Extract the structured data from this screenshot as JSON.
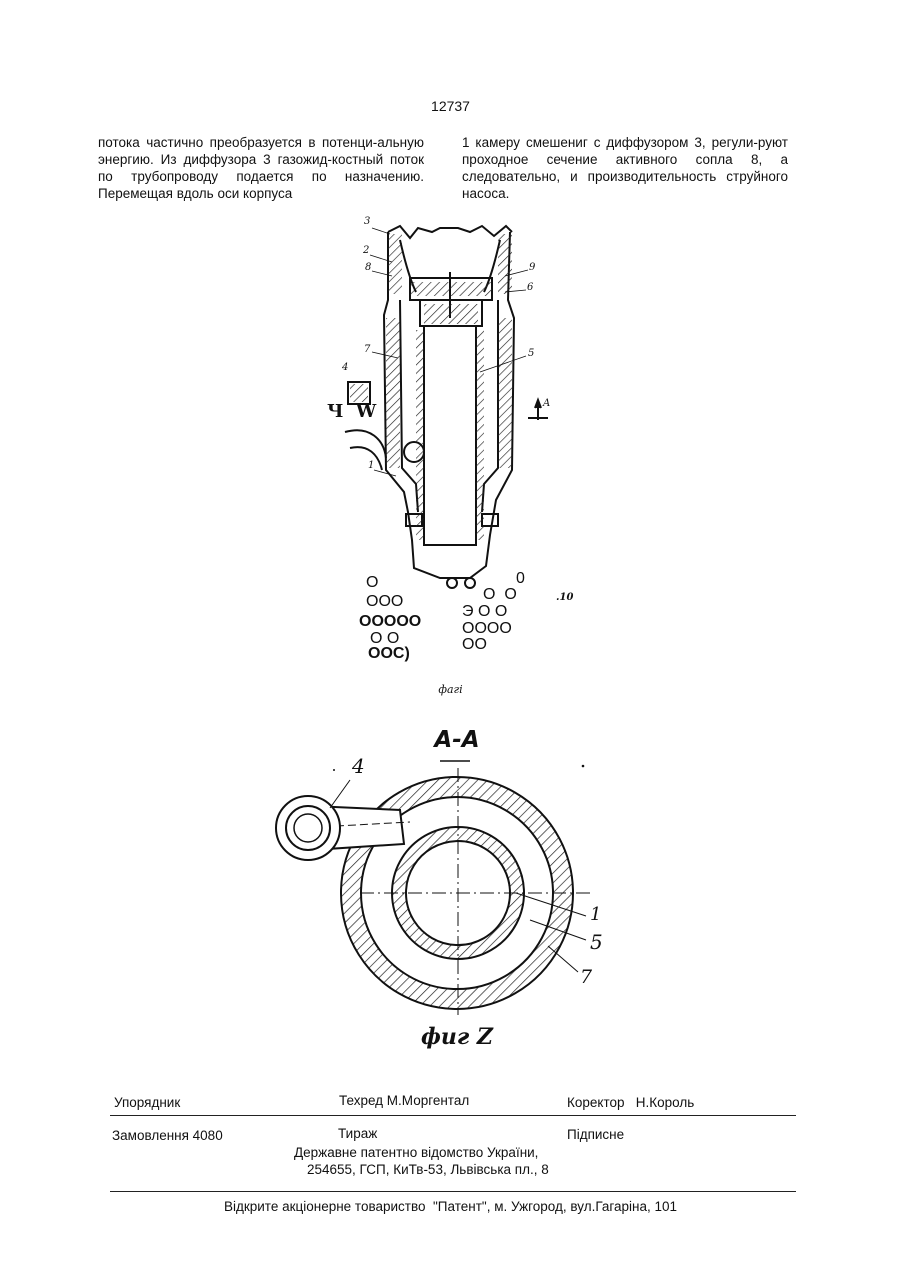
{
  "page_number": "12737",
  "text": {
    "left": "потока частично преобразуется в потенци-альную энергию. Из диффузора 3 газожид-костный поток по трубопроводу подается по назначению. Перемещая вдоль оси корпуса",
    "right": "1 камеру смешениг с диффузором 3, регули-руют проходное сечение активного сопла 8, а следовательно, и производительность струйного насоса."
  },
  "figure1": {
    "labels": {
      "l3": "3",
      "l2": "2",
      "l8": "8",
      "l9": "9",
      "l6": "6",
      "l7": "7",
      "l5": "5",
      "l4": "4",
      "l1": "1",
      "lA": "A",
      "cw": "Ч  W",
      "l10": ".10"
    },
    "dots": {
      "d1": "О",
      "d2": "ООО",
      "d3": "ООООО",
      "d4": "О О",
      "d5": "ООС)",
      "r1": "0",
      "r2": "О  О",
      "r3": "Э О О",
      "r4": "ОООО",
      "r5": "ОО"
    },
    "caption": "фагі"
  },
  "figure2": {
    "title": "А-А",
    "labels": {
      "l4": "4",
      "l1": "1",
      "l5": "5",
      "l7": "7"
    },
    "caption": "фиг Z"
  },
  "footer": {
    "compiler": "Упорядник",
    "tech_editor": "Техред М.Моргентал",
    "corrector": "Коректор   Н.Король",
    "order": "Замовлення 4080",
    "circulation": "Тираж",
    "subscription": "Підписне",
    "office_line1": "Державне патентно відомство України,",
    "office_line2": "254655, ГСП, КиТв-53, Львівська пл., 8",
    "publisher": "Відкрите акціонерне товариство  \"Патент\", м. Ужгород, вул.Гагаріна, 101"
  }
}
